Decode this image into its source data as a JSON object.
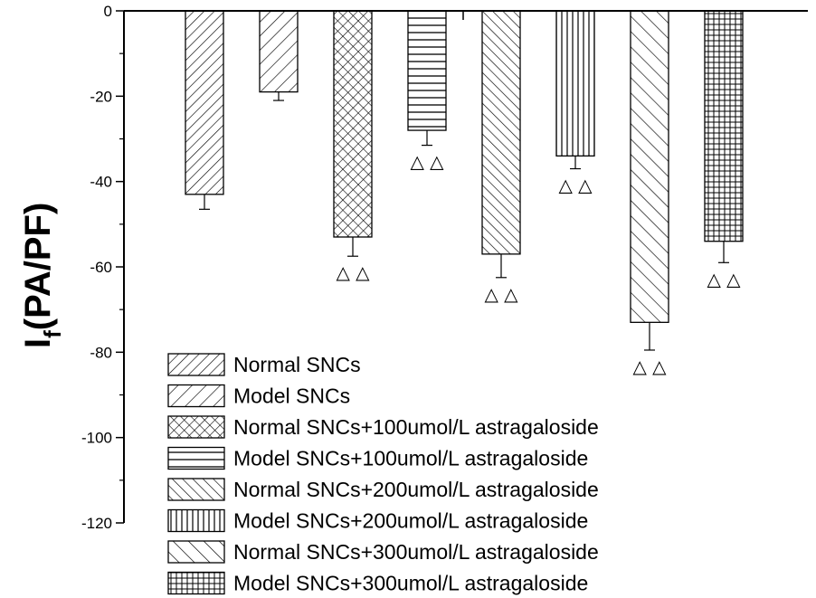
{
  "chart_data": {
    "type": "bar",
    "ylabel_main": "I",
    "ylabel_sub": "f",
    "ylabel_rest": "(PA/PF)",
    "ylim": [
      -120,
      0
    ],
    "yticks": [
      0,
      -20,
      -40,
      -60,
      -80,
      -100,
      -120
    ],
    "grid": false,
    "legend_position": "bottom-left",
    "bars": [
      {
        "name": "Normal SNCs",
        "value": -43,
        "error": 3.5,
        "pattern": "diag-fwd-dense",
        "annotation": ""
      },
      {
        "name": "Model SNCs",
        "value": -19,
        "error": 2,
        "pattern": "diag-fwd-sparse",
        "annotation": ""
      },
      {
        "name": "Normal SNCs+100umol/L astragaloside",
        "value": -53,
        "error": 4.5,
        "pattern": "crosshatch",
        "annotation": "△ △"
      },
      {
        "name": "Model SNCs+100umol/L astragaloside",
        "value": -28,
        "error": 3.5,
        "pattern": "horizontal",
        "annotation": "△ △"
      },
      {
        "name": "Normal SNCs+200umol/L astragaloside",
        "value": -57,
        "error": 5.5,
        "pattern": "diag-back-dense",
        "annotation": "△ △"
      },
      {
        "name": "Model SNCs+200umol/L astragaloside",
        "value": -34,
        "error": 3,
        "pattern": "vertical",
        "annotation": "△ △"
      },
      {
        "name": "Normal SNCs+300umol/L astragaloside",
        "value": -73,
        "error": 6.5,
        "pattern": "diag-back-sparse",
        "annotation": "△ △"
      },
      {
        "name": "Model SNCs+300umol/L astragaloside",
        "value": -54,
        "error": 5,
        "pattern": "grid",
        "annotation": "△ △"
      }
    ]
  }
}
